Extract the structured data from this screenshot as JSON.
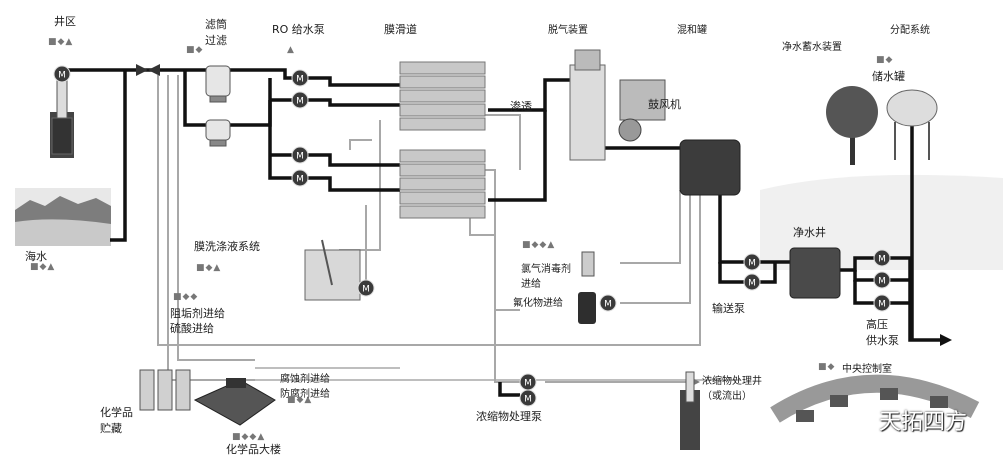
{
  "labels": {
    "well_area": "井区",
    "filter": "滤筒\n过滤",
    "ro_pump": "RO 给水泵",
    "membrane": "膜滑道",
    "degasser": "脱气装置",
    "mixing_tank": "混和罐",
    "clean_storage": "净水蓄水装置",
    "distribution": "分配系统",
    "storage_tank": "储水罐",
    "permeate": "渗透",
    "blower": "鼓风机",
    "seawater": "海水",
    "membrane_clean": "膜洗涤液系统",
    "antiscalant": "阻垢剂进给",
    "acid_feed": "硫酸进给",
    "chlorine": "氯气消毒剂\n进给",
    "fluoride": "氟化物进给",
    "clear_well": "净水井",
    "transfer_pump": "输送泵",
    "hp_pump": "高压\n供水泵",
    "control_room": "中央控制室",
    "corrosion": "腐蚀剂进给\n防腐剂进给",
    "chem_storage": "化学品\n贮藏",
    "chem_building": "化学品大楼",
    "conc_pump": "浓缩物处理泵",
    "conc_well": "浓缩物处理井\n（或流出）",
    "watermark": "天拓四方",
    "motor": "M"
  },
  "colors": {
    "main_line": "#111111",
    "gray_line": "#a8a8a8",
    "motor_fill": "#3a3a3a"
  }
}
